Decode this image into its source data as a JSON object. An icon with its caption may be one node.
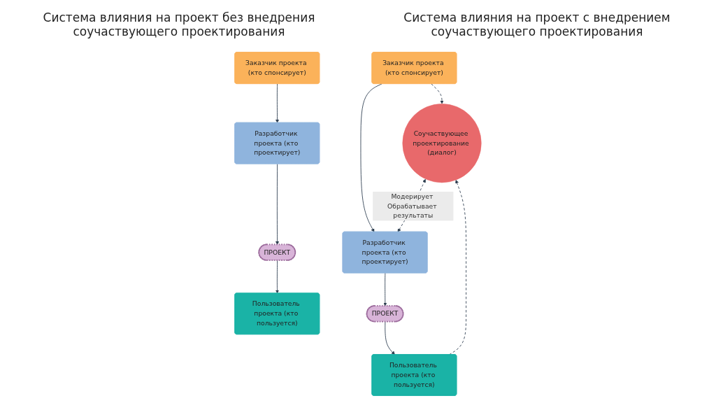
{
  "diagram": {
    "nodes": [
      {
        "text": [
          "Заказчик проекта (кто спонсирует)"
        ]
      },
      {
        "text": [
          "Разработчик проекта (кто проектирует)"
        ]
      },
      {
        "text": [
          "ПРОЕКТ"
        ]
      },
      {
        "text": [
          "Пользователь проекта (кто пользуется)"
        ]
      },
      {
        "text": [
          "Соучаствующее проектирование (диалог)"
        ]
      },
      {
        "text": [
          "Заказчик проекта (кто спонсирует)"
        ]
      },
      {
        "text": [
          "Разработчик проекта (кто проектирует)"
        ]
      },
      {
        "text": [
          "ПРОЕКТ"
        ]
      },
      {
        "text": [
          "Пользователь проекта (кто пользуется)"
        ]
      }
    ],
    "edges": [
      {
        "from": 0,
        "to": 1,
        "arrow": "to"
      },
      {
        "from": 1,
        "to": 2,
        "arrow": "to"
      },
      {
        "from": 2,
        "to": 3,
        "arrow": "to"
      },
      {
        "from": 5,
        "to": 6,
        "arrow": "to"
      },
      {
        "from": 6,
        "to": 7,
        "arrow": "to"
      },
      {
        "from": 7,
        "to": 8,
        "arrow": "to"
      },
      {
        "from": 5,
        "to": 4,
        "arrow": "to",
        "style": "dashed"
      },
      {
        "from": 4,
        "to": 6,
        "arrow": "both",
        "style": "dashed",
        "label": "Модерирует Обрабатывает результаты"
      },
      {
        "from": 8,
        "to": 4,
        "arrow": "to",
        "style": "dashed"
      }
    ],
    "labels": [
      "Система влияния на проект без внедрения соучаствующего проектирования",
      "Система влияния на проект с внедрением соучаствующего проектирования"
    ]
  }
}
